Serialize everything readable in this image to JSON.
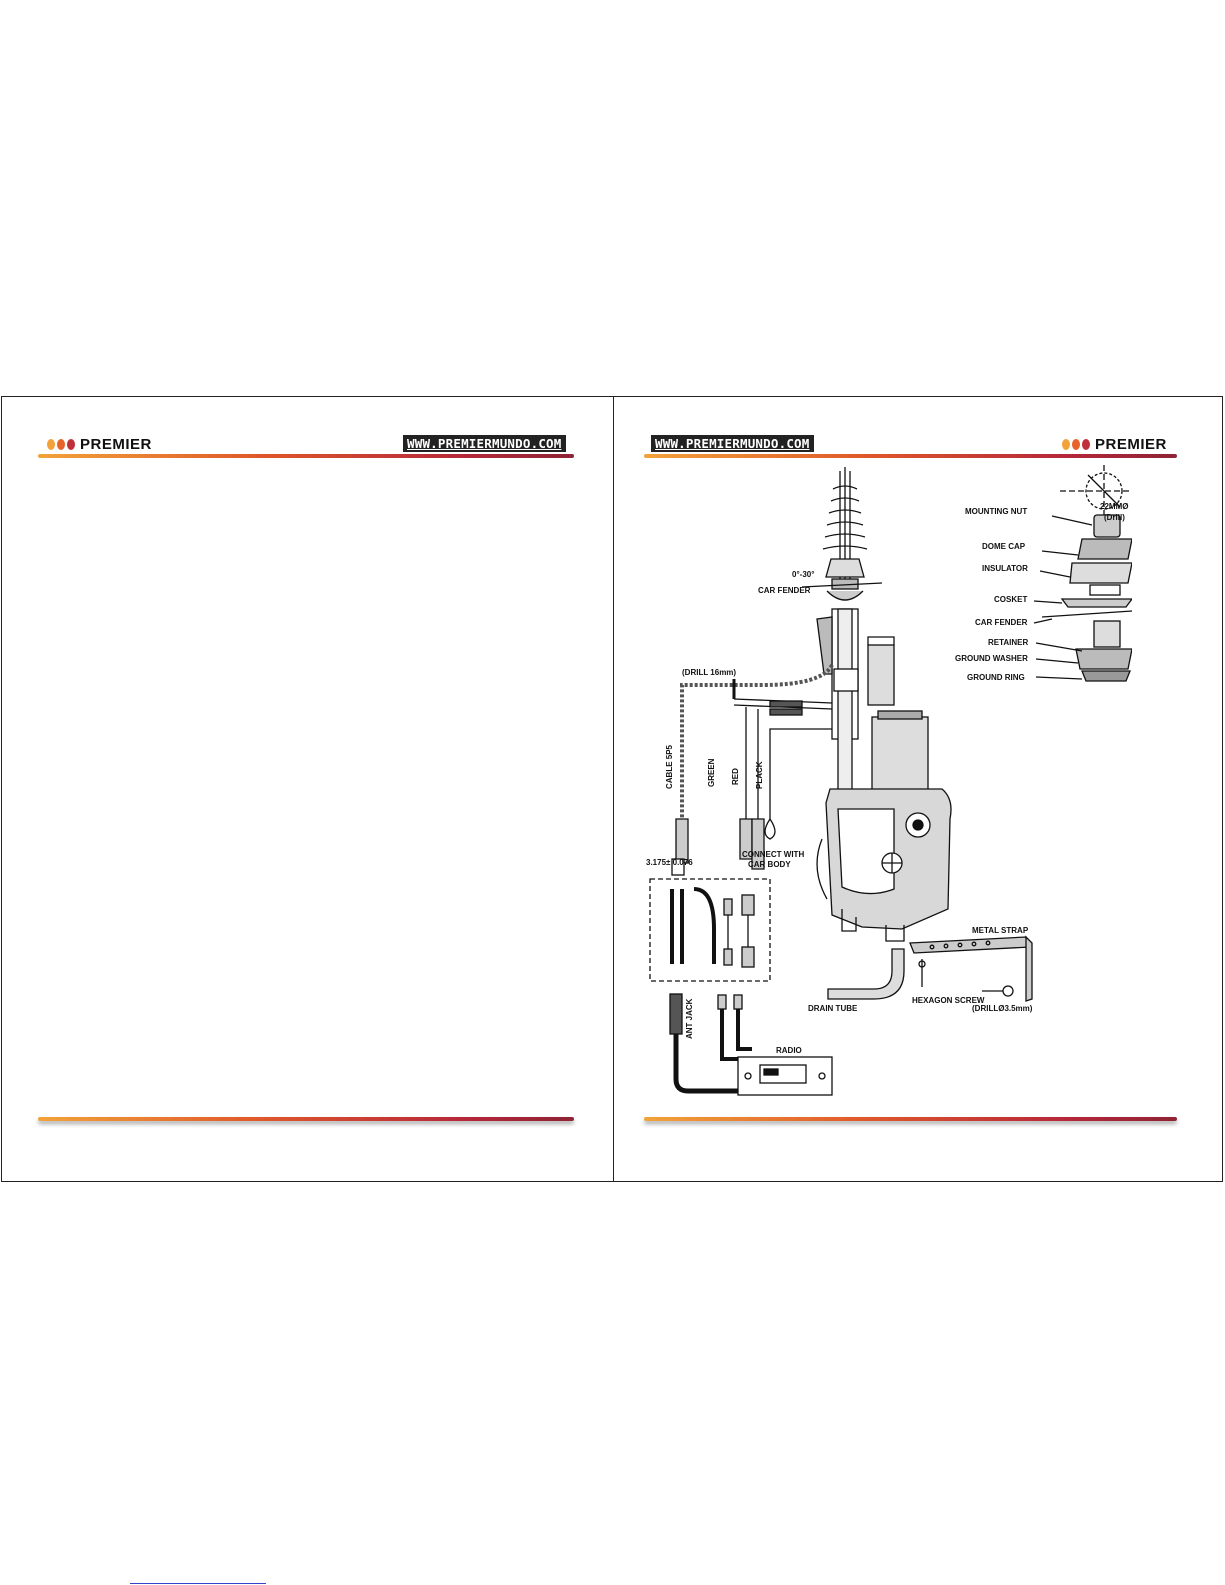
{
  "left_page": {
    "logo_text": "PREMIER",
    "url": "WWW.PREMIERMUNDO.COM"
  },
  "right_page": {
    "logo_text": "PREMIER",
    "url": "WWW.PREMIERMUNDO.COM"
  },
  "colors": {
    "dot1": "#f3a23a",
    "dot2": "#e8632a",
    "dot3": "#c0303a",
    "rule_start": "#f2a33a",
    "rule_end": "#8e2434"
  },
  "diagram": {
    "labels": {
      "mounting_nut": "MOUNTING NUT",
      "dome_cap": "DOME CAP",
      "insulator": "INSULATOR",
      "cosket": "COSKET",
      "car_fender_right": "CAR FENDER",
      "retainer": "RETAINER",
      "ground_washer": "GROUND WASHER",
      "ground_ring": "GROUND RING",
      "drill_22": "22MMØ",
      "drill_word": "(Drill)",
      "angle": "0°-30°",
      "car_fender_left": "CAR FENDER",
      "drill_16": "(DRILL 16mm)",
      "cable_sp5": "CABLE 5P5",
      "green": "GREEN",
      "red": "RED",
      "black": "PLACK",
      "dimension": "3.175± 0.076",
      "connect_1": "CONNECT WITH",
      "connect_2": "CAR BODY",
      "metal_strap": "METAL STRAP",
      "hexagon_screw": "HEXAGON SCREW",
      "drill_35": "(DRILLØ3.5mm)",
      "drain_tube": "DRAIN TUBE",
      "ant_jack": "ANT JACK",
      "radio": "RADIO"
    }
  }
}
